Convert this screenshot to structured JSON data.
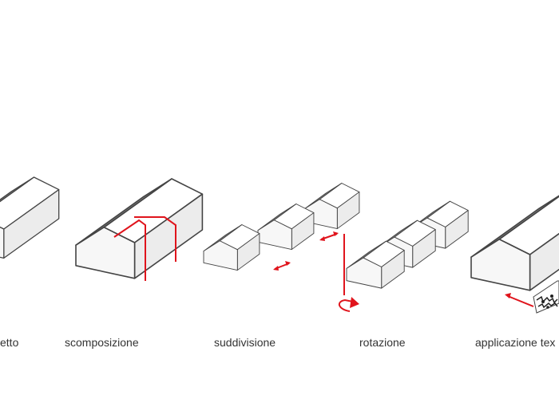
{
  "captions": [
    "etto",
    "scomposizione",
    "suddivisione",
    "rotazione",
    "applicazione tex"
  ],
  "colors": {
    "accent": "#e0141c",
    "roof_dark": "#7b7b7b",
    "outline": "#444444"
  }
}
